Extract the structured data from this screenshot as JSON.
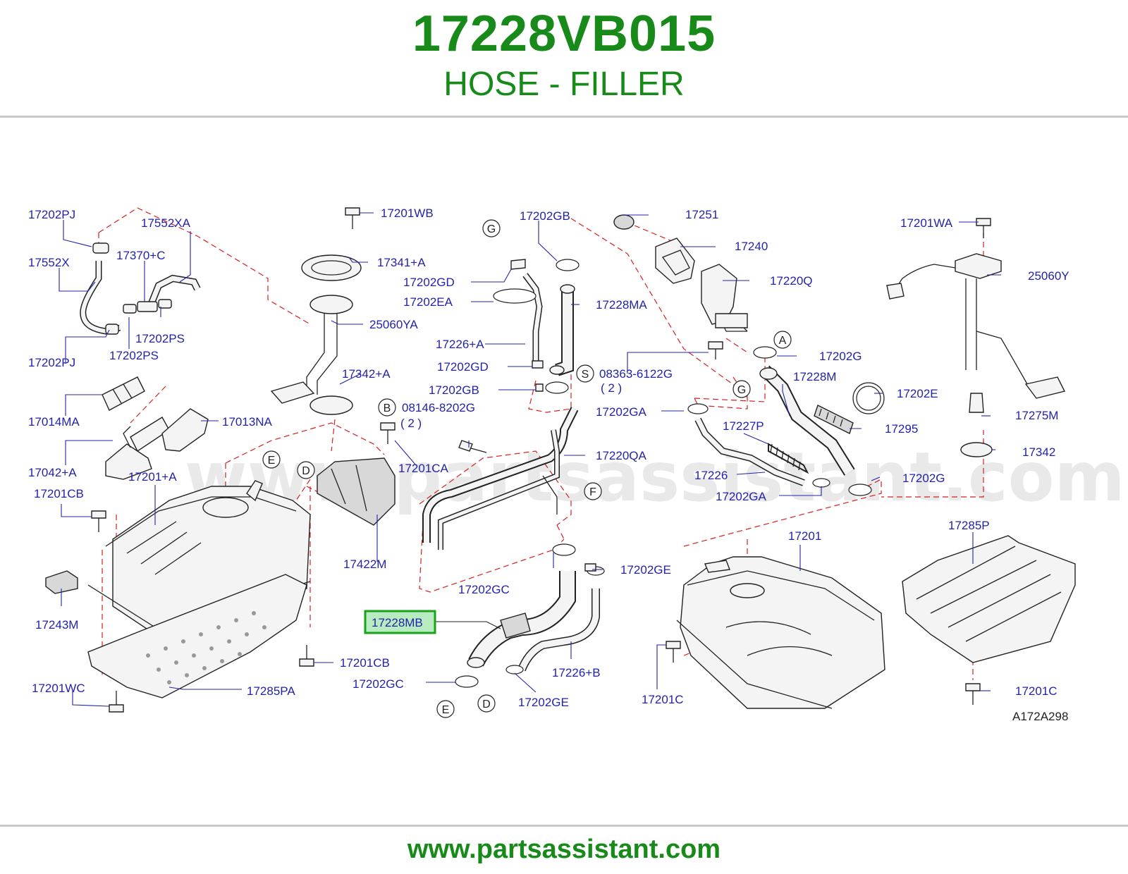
{
  "header": {
    "part_number": "17228VB015",
    "part_name": "HOSE - FILLER"
  },
  "watermark": "www.partsassistant.com",
  "footer": {
    "url": "www.partsassistant.com"
  },
  "diagram": {
    "diagram_id": "A172A298",
    "highlighted_label": "17228MB",
    "highlight_color": "#1aa31a",
    "label_color": "#2323a8",
    "title_color": "#188a1a",
    "callout_color": "#d42020",
    "labels": [
      "17202PJ",
      "17552XA",
      "17552X",
      "17370+C",
      "17202PS",
      "17202PJ",
      "17202PS",
      "17014MA",
      "17013NA",
      "17042+A",
      "17201CB",
      "17201+A",
      "17243M",
      "17201WC",
      "17285PA",
      "17201CB",
      "17201WB",
      "17341+A",
      "25060YA",
      "17342+A",
      "08146-8202G",
      "( 2 )",
      "17201CA",
      "17422M",
      "17202GB",
      "17202GD",
      "17202EA",
      "17228MA",
      "17226+A",
      "17202GD",
      "17202GB",
      "08363-6122G",
      "( 2 )",
      "17220QA",
      "17202GA",
      "17202GC",
      "17202GE",
      "17226+B",
      "17202GC",
      "17202GE",
      "17251",
      "17240",
      "17220Q",
      "17202G",
      "17228M",
      "17202E",
      "17295",
      "17227P",
      "17226",
      "17202GA",
      "17202G",
      "17201",
      "17201C",
      "17201WA",
      "25060Y",
      "17275M",
      "17342",
      "17285P",
      "17201C"
    ],
    "reference_markers": [
      "G",
      "G",
      "S",
      "B",
      "E",
      "D",
      "F",
      "A",
      "E",
      "D"
    ]
  }
}
